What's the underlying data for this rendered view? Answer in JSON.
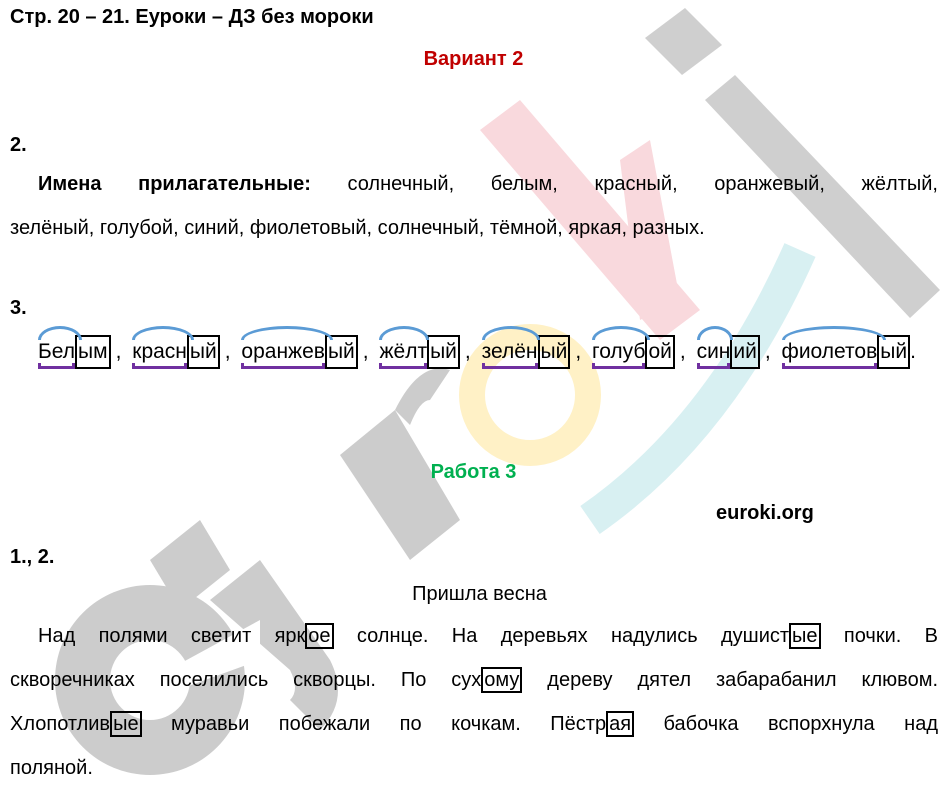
{
  "header": {
    "title": "Стр. 20 – 21. Еуроки – ДЗ без мороки",
    "variant": "Вариант 2"
  },
  "task2": {
    "number": "2.",
    "label": "Имена прилагательные:",
    "line1": " солнечный, белым, красный, оранжевый, жёлтый,",
    "line2": "зелёный, голубой, синий, фиолетовый, солнечный, тёмной, яркая, разных."
  },
  "task3": {
    "number": "3.",
    "words": [
      {
        "stem": "Бел",
        "ending": "ым",
        "sep": ","
      },
      {
        "stem": "красн",
        "ending": "ый",
        "sep": ","
      },
      {
        "stem": "оранжев",
        "ending": "ый",
        "sep": ","
      },
      {
        "stem": "жёлт",
        "ending": "ый",
        "sep": ","
      },
      {
        "stem": "зелён",
        "ending": "ый",
        "sep": ","
      },
      {
        "stem": "голуб",
        "ending": "ой",
        "sep": ","
      },
      {
        "stem": "син",
        "ending": "ий",
        "sep": ","
      },
      {
        "stem": "фиолетов",
        "ending": "ый",
        "sep": "."
      }
    ]
  },
  "work3": {
    "heading": "Работа 3",
    "site": "euroki.org",
    "number": "1., 2.",
    "story_title": "Пришла весна",
    "lines": [
      [
        "Над полями светит ярк",
        "ое",
        " солнце. На деревьях надулись душист",
        "ые",
        " почки. В"
      ],
      [
        "скворечниках поселились скворцы. По сух",
        "ому",
        " дереву дятел забарабанил клювом."
      ],
      [
        "Хлопотлив",
        "ые",
        " муравьи побежали по кочкам. Пёстр",
        "ая",
        " бабочка вспорхнула над"
      ],
      [
        "поляной."
      ]
    ]
  },
  "colors": {
    "variant_red": "#c00000",
    "work_green": "#00b050",
    "root_arc_blue": "#5b9bd5",
    "stem_purple": "#7030a0",
    "watermark_gray": "#cccccc",
    "watermark_pink": "#f9d5d9",
    "watermark_yellow": "#fff2cc",
    "watermark_cyan": "#d5f0f2"
  }
}
